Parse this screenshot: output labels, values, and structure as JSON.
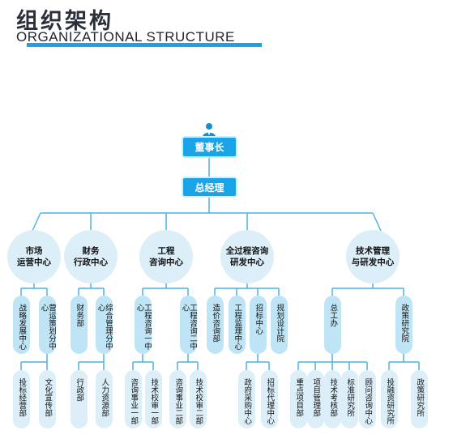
{
  "header": {
    "title_cn": "组织架构",
    "title_en": "ORGANIZATIONAL STRUCTURE"
  },
  "top": {
    "chairman": "董事长",
    "gm": "总经理"
  },
  "centers": [
    {
      "label": "市场\n运营中心"
    },
    {
      "label": "财务\n行政中心"
    },
    {
      "label": "工程\n咨询中心"
    },
    {
      "label": "全过程咨询\n研发中心"
    },
    {
      "label": "技术管理\n与研发中心"
    }
  ],
  "level3": [
    {
      "label": "战略发展中心"
    },
    {
      "label": "营运策划分中心"
    },
    {
      "label": "财务部"
    },
    {
      "label": "综合管理分中心"
    },
    {
      "label": "工程咨询一中心"
    },
    {
      "label": "工程咨询二中心"
    },
    {
      "label": "造价咨询部"
    },
    {
      "label": "工程监理中心"
    },
    {
      "label": "招标中心"
    },
    {
      "label": "规划设计院"
    },
    {
      "label": "总工办"
    },
    {
      "label": "政策研究院"
    }
  ],
  "level4": [
    {
      "label": "投标经营部"
    },
    {
      "label": "文化宣传部"
    },
    {
      "label": "行政部"
    },
    {
      "label": "人力资源部"
    },
    {
      "label": "咨询事业一部"
    },
    {
      "label": "技术校审一部"
    },
    {
      "label": "咨询事业二部"
    },
    {
      "label": "技术校审二部"
    },
    {
      "label": "政府采购中心"
    },
    {
      "label": "招标代理中心"
    },
    {
      "label": "重点项目部"
    },
    {
      "label": "项目管理部"
    },
    {
      "label": "技术考核部"
    },
    {
      "label": "标准研究所"
    },
    {
      "label": "顾问咨询中心"
    },
    {
      "label": "投融资研究所"
    },
    {
      "label": "政策研究所"
    }
  ],
  "colors": {
    "accent": "#1aa3e6",
    "line": "#4ab4e4",
    "circle": "#dceef8",
    "pill_mid": "#bfe4f5",
    "pill_light": "#dceef8"
  }
}
